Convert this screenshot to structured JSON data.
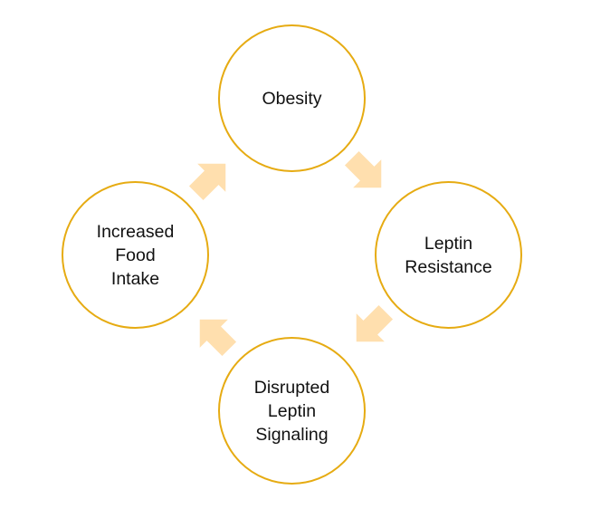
{
  "diagram": {
    "type": "cycle",
    "colors": {
      "node_border": "#E6AB12",
      "node_fill": "#FFFFFF",
      "arrow_fill": "#FFDFAE",
      "text": "#111111",
      "background": "#FFFFFF"
    },
    "nodes": [
      {
        "id": "obesity",
        "label": "Obesity"
      },
      {
        "id": "leptin-resistance",
        "label": "Leptin\nResistance"
      },
      {
        "id": "disrupted-leptin-signaling",
        "label": "Disrupted\nLeptin\nSignaling"
      },
      {
        "id": "increased-food-intake",
        "label": "Increased\nFood\nIntake"
      }
    ],
    "edges": [
      {
        "from": "obesity",
        "to": "leptin-resistance",
        "direction": "down-right"
      },
      {
        "from": "leptin-resistance",
        "to": "disrupted-leptin-signaling",
        "direction": "down-left"
      },
      {
        "from": "disrupted-leptin-signaling",
        "to": "increased-food-intake",
        "direction": "up-left"
      },
      {
        "from": "increased-food-intake",
        "to": "obesity",
        "direction": "up-right"
      }
    ]
  }
}
